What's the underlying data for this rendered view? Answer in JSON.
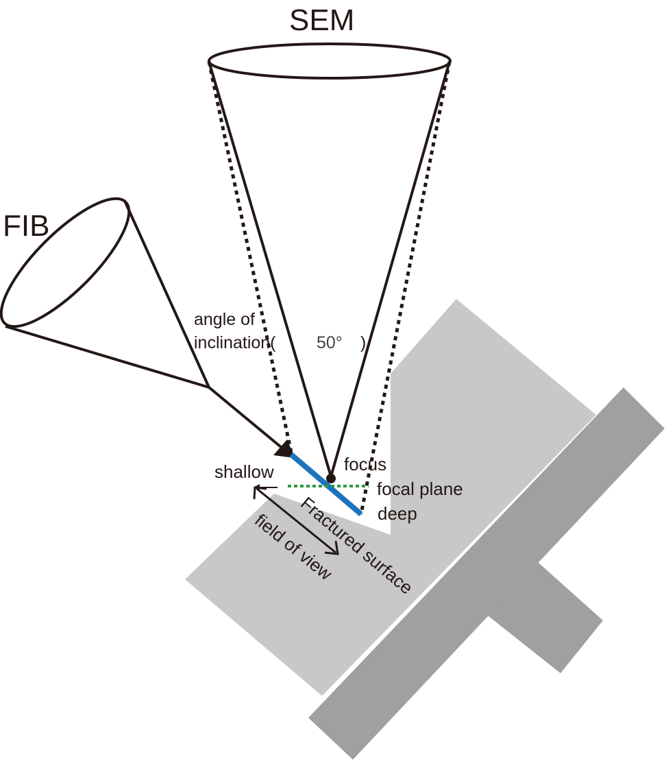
{
  "labels": {
    "sem": "SEM",
    "fib": "FIB",
    "angle_line1": "angle of",
    "angle_line2": "inclination(",
    "angle_value": "50°",
    "angle_close": ")",
    "focus": "focus",
    "shallow": "shallow",
    "focal_plane": "focal plane",
    "deep": "deep",
    "field_of_view": "field of view",
    "fractured_surface": "Fractured surface"
  },
  "colors": {
    "line": "#231815",
    "specimen": "#c8c8c8",
    "stage": "#a0a0a0",
    "fractured_surface": "#1e73be",
    "focal_plane": "#2a9a3c"
  },
  "inclination_angle_deg": 50
}
